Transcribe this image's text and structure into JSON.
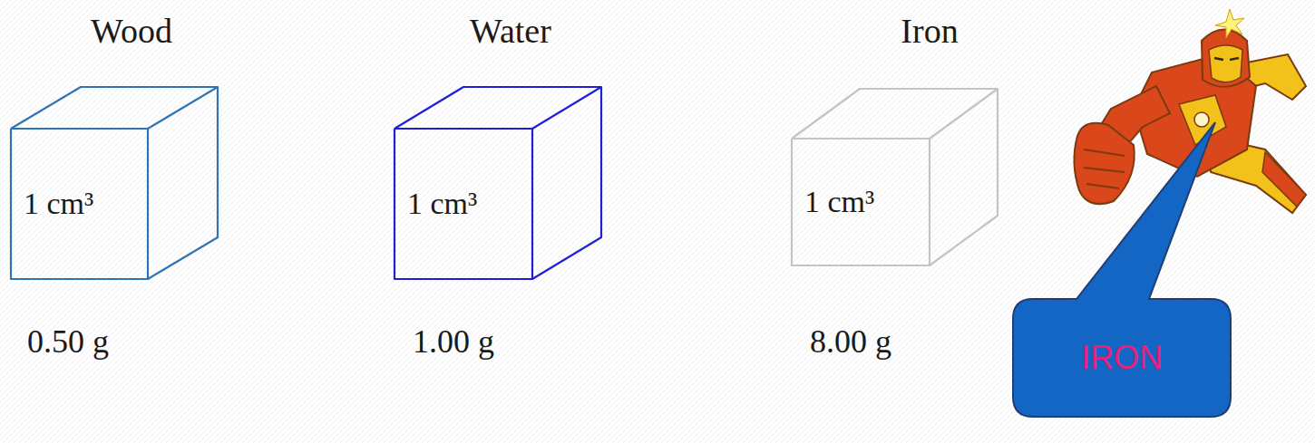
{
  "diagram": {
    "nodes": [
      {
        "text": [
          "Wood",
          "1 cm³"
        ]
      },
      {
        "text": [
          "Water",
          "1 cm³"
        ]
      },
      {
        "text": [
          "Iron",
          "1 cm³"
        ]
      },
      {
        "text": [
          "IRON"
        ]
      }
    ],
    "labels": [
      "0.50 g",
      "1.00 g",
      "8.00 g"
    ]
  }
}
